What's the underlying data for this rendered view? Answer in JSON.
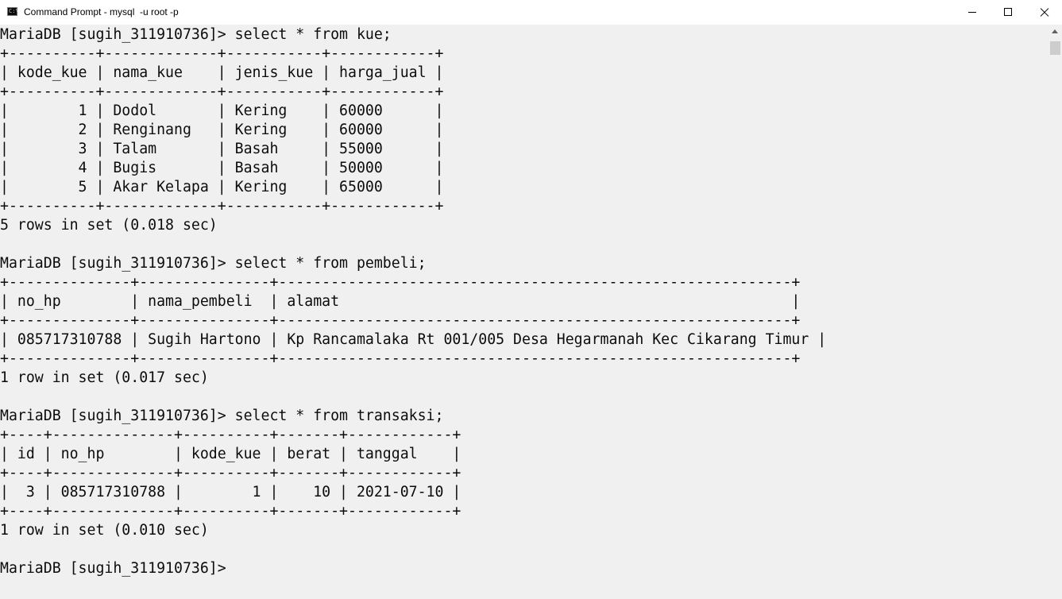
{
  "window": {
    "title": "Command Prompt - mysql  -u root -p",
    "icon": "cmd-icon",
    "icon_text": "C:\\"
  },
  "console": {
    "lines": [
      "MariaDB [sugih_311910736]> select * from kue;",
      "+----------+-------------+-----------+------------+",
      "| kode_kue | nama_kue    | jenis_kue | harga_jual |",
      "+----------+-------------+-----------+------------+",
      "|        1 | Dodol       | Kering    | 60000      |",
      "|        2 | Renginang   | Kering    | 60000      |",
      "|        3 | Talam       | Basah     | 55000      |",
      "|        4 | Bugis       | Basah     | 50000      |",
      "|        5 | Akar Kelapa | Kering    | 65000      |",
      "+----------+-------------+-----------+------------+",
      "5 rows in set (0.018 sec)",
      "",
      "MariaDB [sugih_311910736]> select * from pembeli;",
      "+--------------+---------------+-----------------------------------------------------------+",
      "| no_hp        | nama_pembeli  | alamat                                                    |",
      "+--------------+---------------+-----------------------------------------------------------+",
      "| 085717310788 | Sugih Hartono | Kp Rancamalaka Rt 001/005 Desa Hegarmanah Kec Cikarang Timur |",
      "+--------------+---------------+-----------------------------------------------------------+",
      "1 row in set (0.017 sec)",
      "",
      "MariaDB [sugih_311910736]> select * from transaksi;",
      "+----+--------------+----------+-------+------------+",
      "| id | no_hp        | kode_kue | berat | tanggal    |",
      "+----+--------------+----------+-------+------------+",
      "|  3 | 085717310788 |        1 |    10 | 2021-07-10 |",
      "+----+--------------+----------+-------+------------+",
      "1 row in set (0.010 sec)",
      "",
      "MariaDB [sugih_311910736]>"
    ]
  },
  "colors": {
    "background": "#f0f0f0",
    "text": "#0c0c0c",
    "titlebar": "#ffffff"
  }
}
